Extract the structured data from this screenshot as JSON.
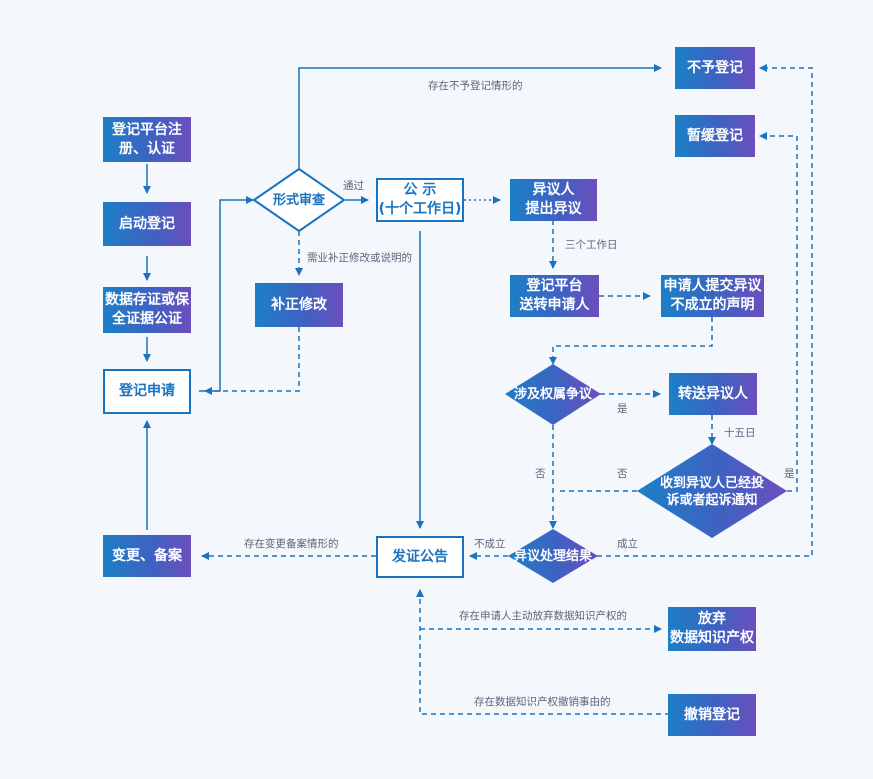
{
  "nodes": {
    "register_platform": "登记平台注\n册、认证",
    "start_registration": "启动登记",
    "data_evidence": "数据存证或保\n全证据公证",
    "registration_application": "登记申请",
    "change_filing": "变更、备案",
    "formal_review": "形式审查",
    "supplement_revise": "补正修改",
    "publicity": "公 示\n(十个工作日)",
    "issue_announcement": "发证公告",
    "objector_raise": "异议人\n提出异议",
    "platform_forward": "登记平台\n送转申请人",
    "applicant_statement": "申请人提交异议\n不成立的声明",
    "ownership_dispute": "涉及权属争议",
    "forward_objector": "转送异议人",
    "received_notice": "收到异议人已经投\n诉或者起诉通知",
    "objection_result": "异议处理结果",
    "no_registration": "不予登记",
    "suspend_registration": "暂缓登记",
    "abandon_right": "放弃\n数据知识产权",
    "revoke_registration": "撤销登记"
  },
  "labels": {
    "no_reg_situation": "存在不予登记情形的",
    "passed": "通过",
    "need_supplement": "需业补正修改或说明的",
    "three_days": "三个工作日",
    "yes1": "是",
    "fifteen_days": "十五日",
    "no1": "否",
    "no2": "否",
    "yes2": "是",
    "not_established": "不成立",
    "established": "成立",
    "change_filing_situation": "存在变更备案情形的",
    "abandon_situation": "存在申请人主动放弃数据知识产权的",
    "revoke_situation": "存在数据知识产权撤销事由的"
  },
  "colors": {
    "line": "#1a73c0",
    "background": "#f4f7fc",
    "gradient_start": "#1c7fc6",
    "gradient_end": "#6b4fbd"
  }
}
